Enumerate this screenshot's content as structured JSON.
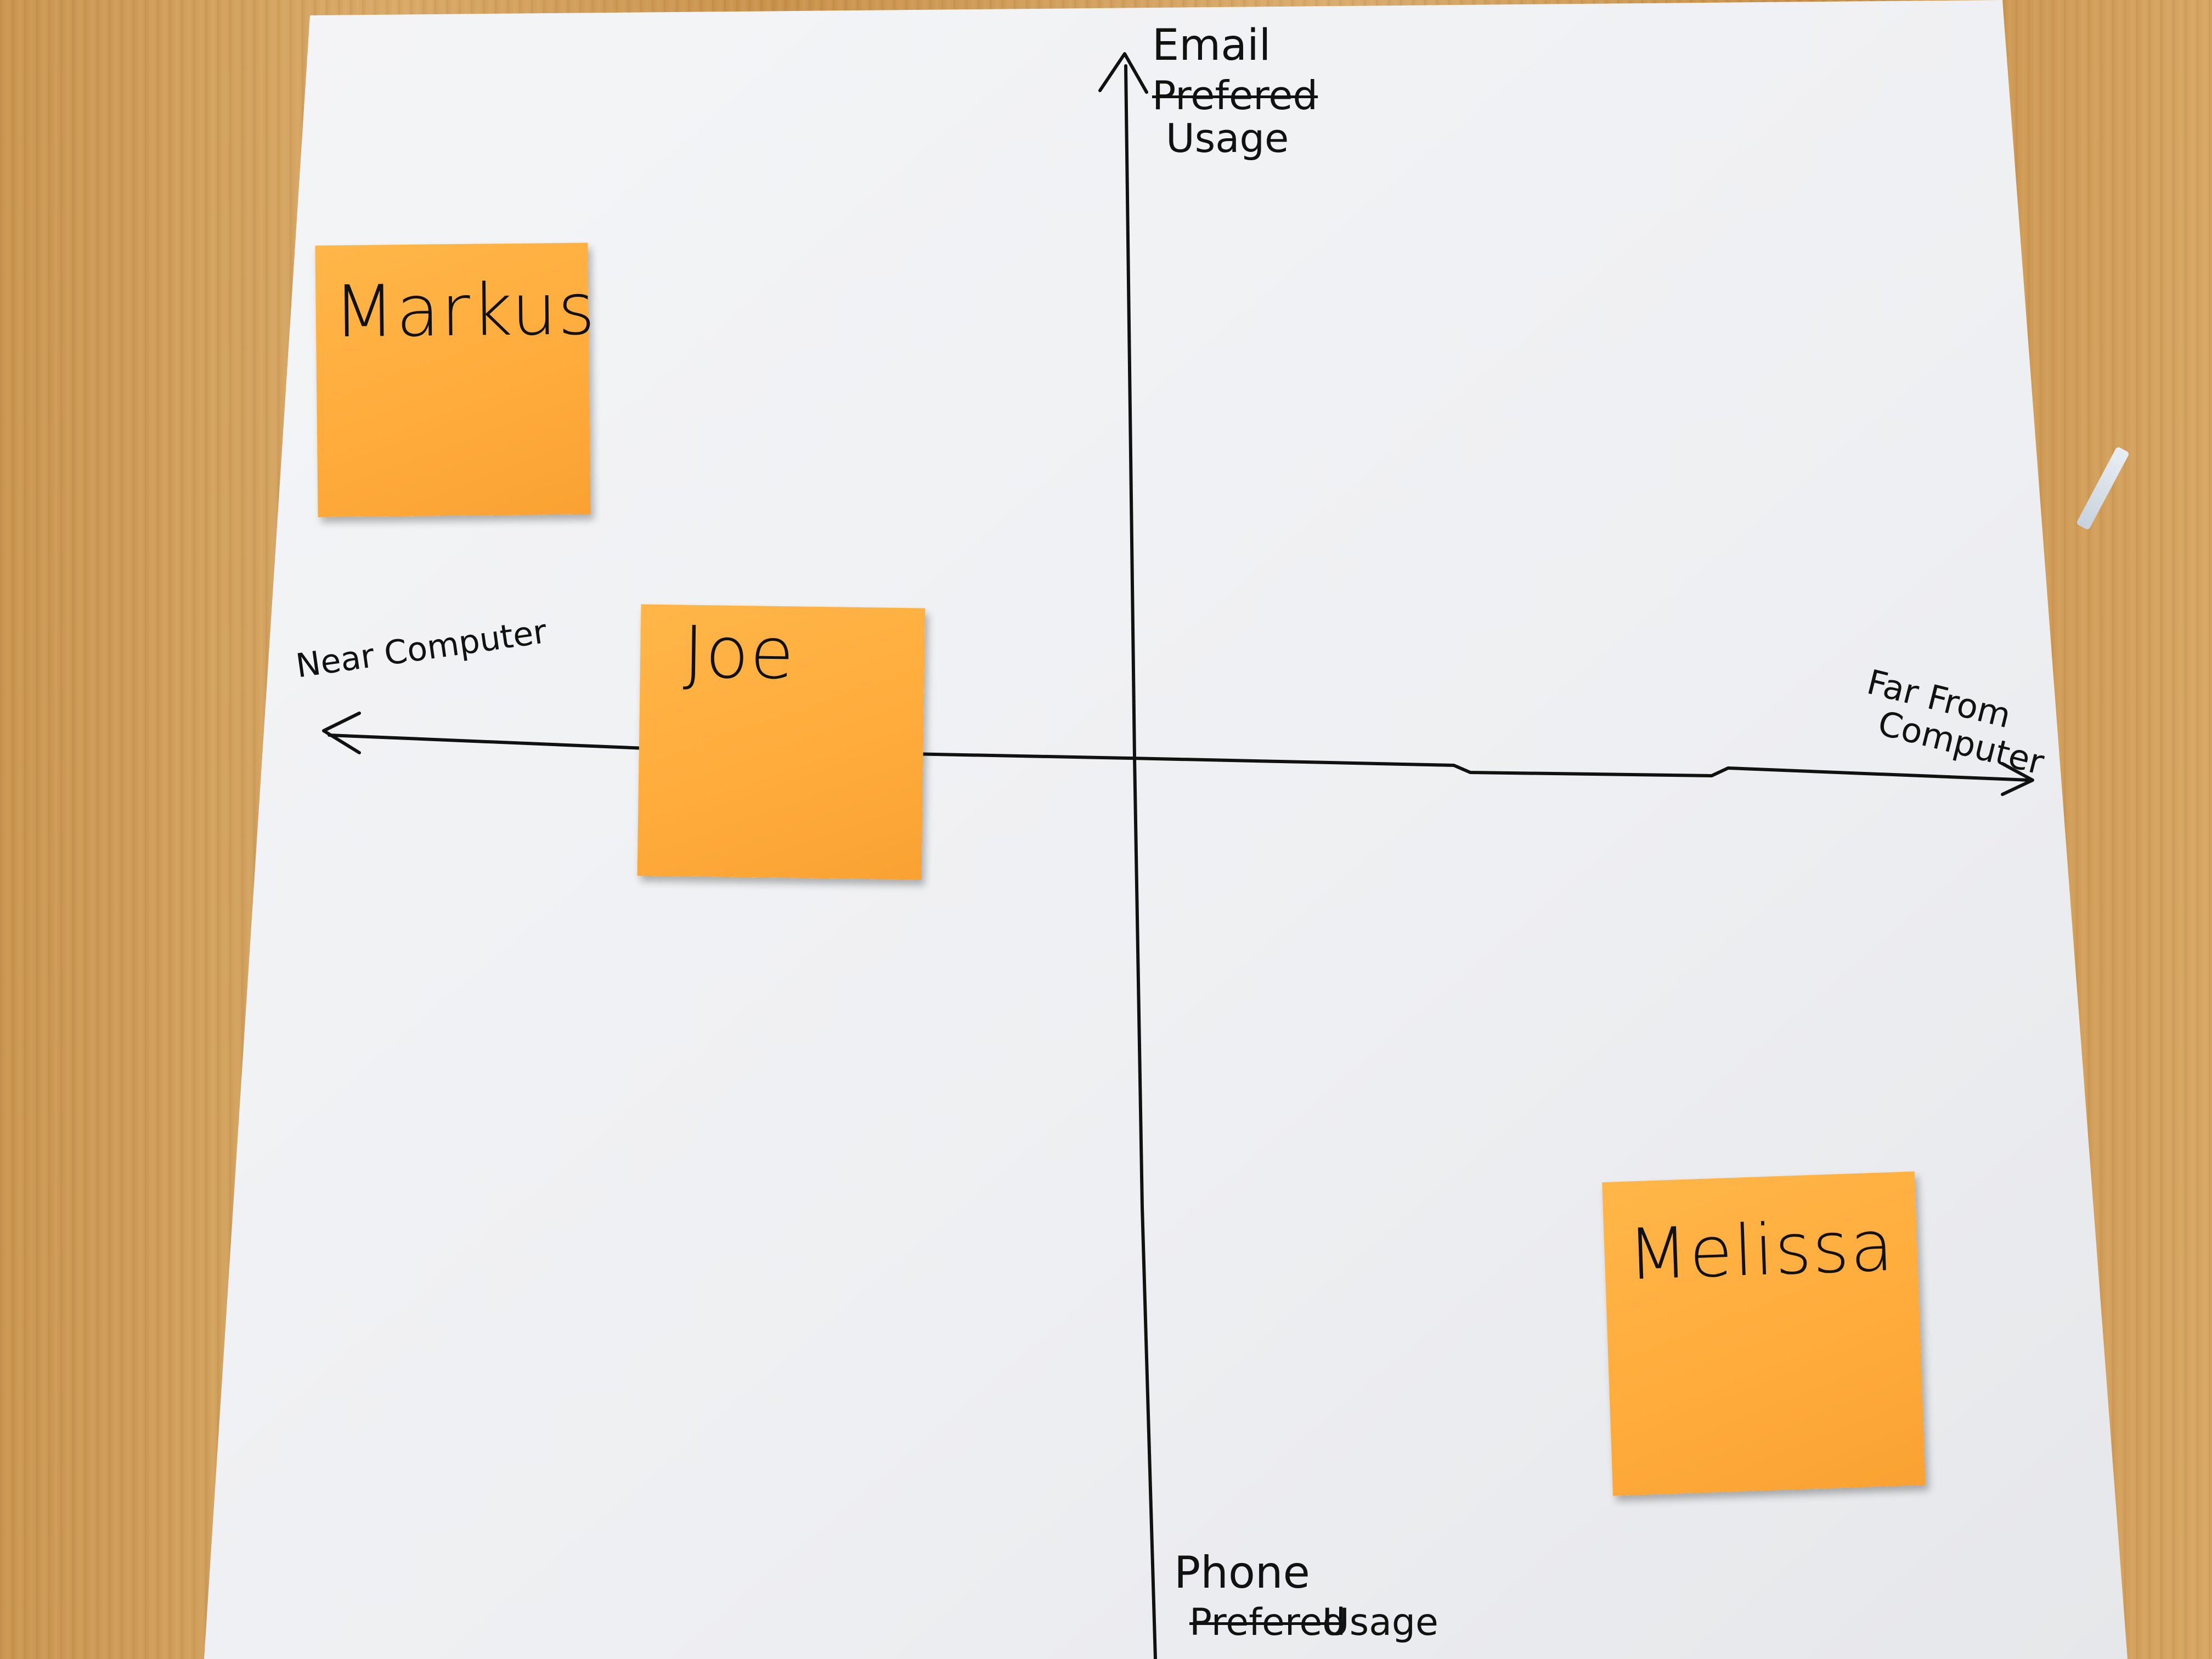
{
  "axis_labels": {
    "top_line1": "Email",
    "top_line2_struck": "Prefered",
    "top_line3": "Usage",
    "bottom_line1": "Phone",
    "bottom_line2_struck": "Prefered",
    "bottom_line2_after": "Usage",
    "left": "Near Computer",
    "right_line1": "Far From",
    "right_line2": "Computer"
  },
  "sticky_notes": [
    {
      "id": "markus",
      "label": "Markus"
    },
    {
      "id": "joe",
      "label": "Joe"
    },
    {
      "id": "melissa",
      "label": "Melissa"
    }
  ],
  "colors": {
    "paper": "#f1f2f4",
    "sticky_note": "#ffae3e",
    "ink": "#111111",
    "table_wood": "#d0a05c"
  }
}
